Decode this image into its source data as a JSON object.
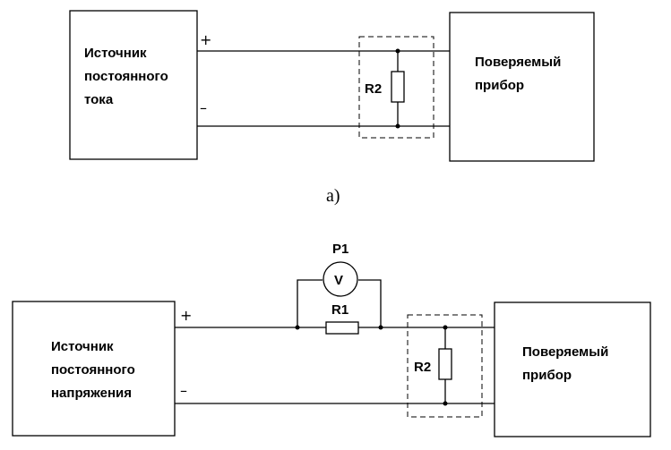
{
  "diagram_a": {
    "source_label": [
      "Источник",
      "постоянного",
      "тока"
    ],
    "device_label": [
      "Поверяемый",
      "прибор"
    ],
    "plus": "+",
    "minus": "–",
    "resistor": "R2",
    "caption": "а)"
  },
  "diagram_b": {
    "source_label": [
      "Источник",
      "постоянного",
      "напряжения"
    ],
    "device_label": [
      "Поверяемый",
      "прибор"
    ],
    "plus": "+",
    "minus": "–",
    "meter_name": "P1",
    "meter_symbol": "V",
    "series_resistor": "R1",
    "shunt_resistor": "R2"
  }
}
